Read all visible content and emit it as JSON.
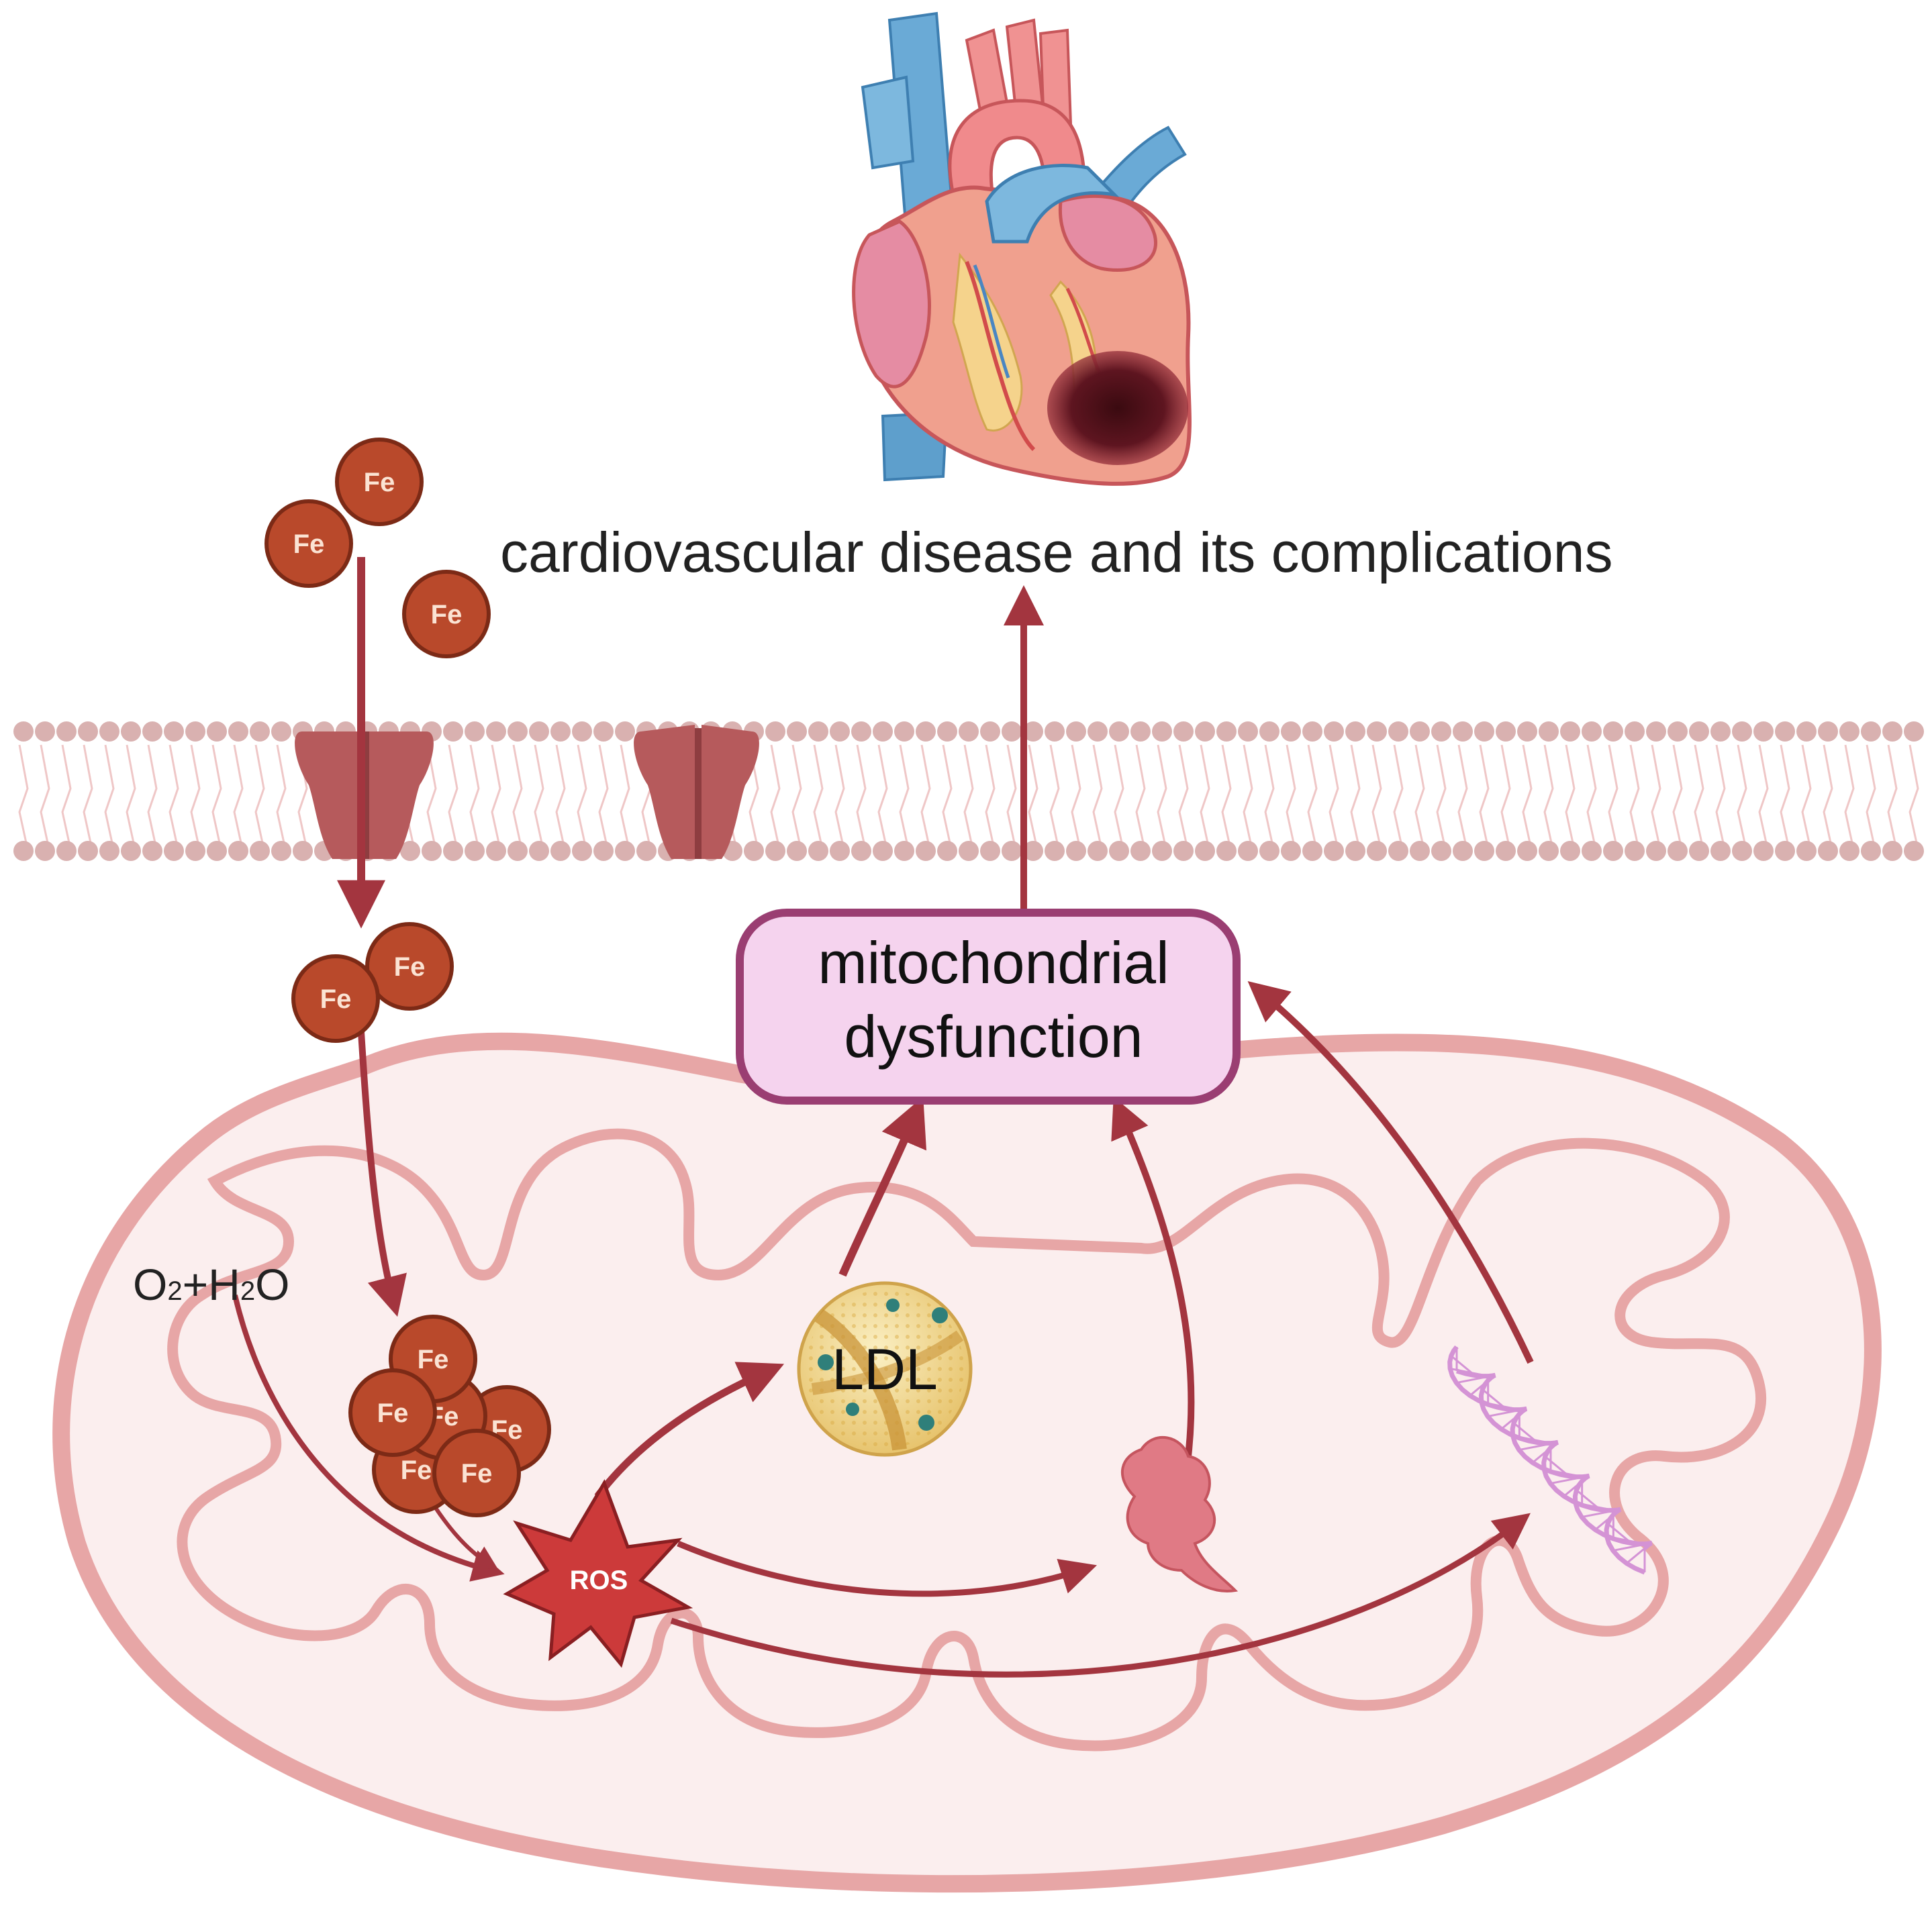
{
  "title": "cardiovascular disease and its complications",
  "box": {
    "line1": "mitochondrial",
    "line2": "dysfunction"
  },
  "iron": {
    "symbol": "Fe"
  },
  "ldl": {
    "label": "LDL"
  },
  "ros": {
    "label": "ROS"
  },
  "reactants": {
    "a": "O",
    "a_sub": "2",
    "plus": "+H",
    "b_sub": "2",
    "c": "O"
  },
  "colors": {
    "arrow": "#a3353f",
    "iron_fill": "#b9492b",
    "iron_stroke": "#7c2a16",
    "membrane_head": "#d9b1b0",
    "channel": "#b65a5c",
    "mito_outer": "#e7a6a6",
    "mito_fill": "#fbeeee",
    "box_fill": "#f5d3ee",
    "box_stroke": "#9a3e72",
    "ros_fill": "#cc3a3a",
    "dna": "#d493d5"
  }
}
